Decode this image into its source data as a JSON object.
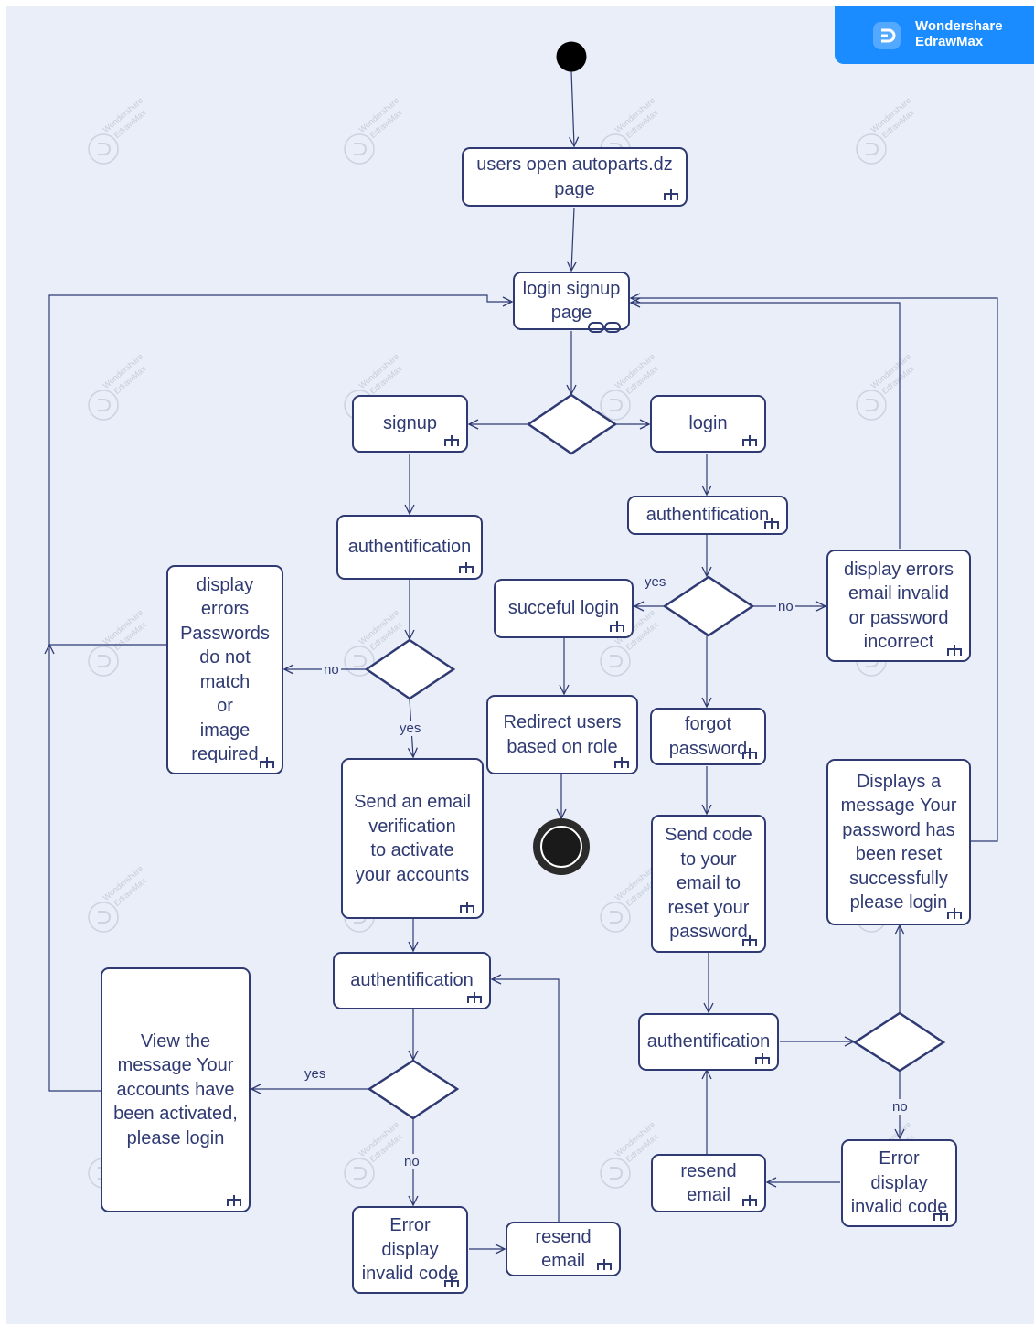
{
  "brand": {
    "line1": "Wondershare",
    "line2": "EdrawMax",
    "color": "#1a8cff"
  },
  "watermark": {
    "line1": "Wondershare",
    "line2": "EdrawMax"
  },
  "colors": {
    "stroke": "#2f3a73",
    "canvas": "#e9eef8",
    "node_fill": "#ffffff"
  },
  "nodes": {
    "open_page": "users open autoparts.dz\npage",
    "login_signup": "login signup\npage",
    "signup": "signup",
    "login": "login",
    "auth_signup": "authentification",
    "auth_login": "authentification",
    "errors_passwords": "display\nerrors\nPasswords\ndo not\nmatch\nor\nimage\nrequired",
    "succeful_login": "succeful login",
    "display_errors_email": "display errors\nemail  invalid\nor  password\nincorrect",
    "redirect_users": "Redirect users\nbased on role",
    "forgot_password": "forgot\npassword",
    "send_email_verification": "Send an email\nverification\nto activate\nyour accounts",
    "send_code": "Send code\nto your\nemail to\nreset your\npassword",
    "password_reset_msg": "Displays a\nmessage Your\npassword has\nbeen reset\nsuccessfully\nplease login",
    "auth_verification": "authentification",
    "auth_reset": "authentification",
    "activated_msg": "View the\nmessage Your\naccounts have\nbeen activated,\nplease login",
    "error_invalid_code_left": "Error\ndisplay\ninvalid code",
    "resend_email_left": "resend\nemail",
    "resend_email_right": "resend\nemail",
    "error_invalid_code_right": "Error\ndisplay\ninvalid code"
  },
  "edge_labels": {
    "signup_no": "no",
    "signup_yes": "yes",
    "login_yes": "yes",
    "login_no": "no",
    "activation_yes": "yes",
    "activation_no": "no",
    "reset_no": "no"
  }
}
